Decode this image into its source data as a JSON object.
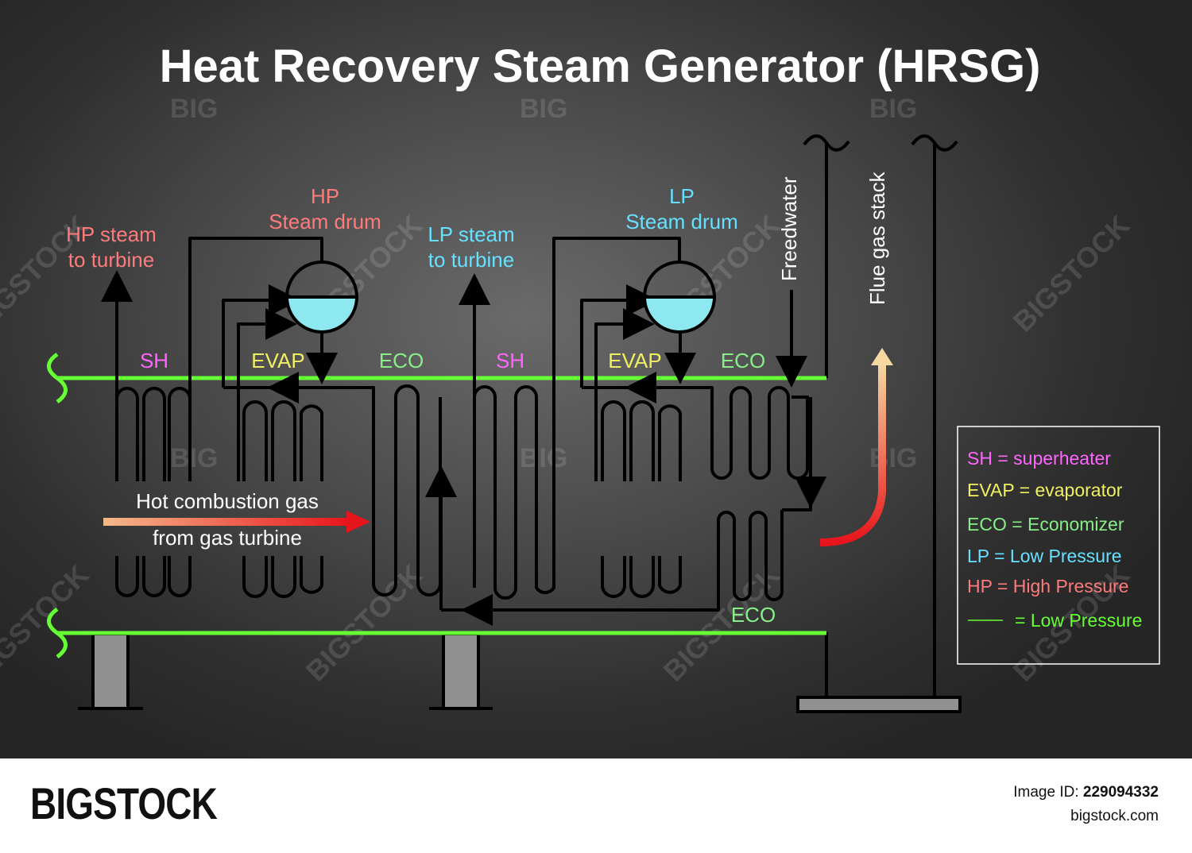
{
  "title": "Heat Recovery Steam Generator (HRSG)",
  "labels": {
    "hp_steam_line1": "HP steam",
    "hp_steam_line2": "to turbine",
    "hp_drum_line1": "HP",
    "hp_drum_line2": "Steam drum",
    "lp_steam_line1": "LP steam",
    "lp_steam_line2": "to turbine",
    "lp_drum_line1": "LP",
    "lp_drum_line2": "Steam drum",
    "feedwater": "Freedwater",
    "flue_gas_stack": "Flue gas stack",
    "hot_gas_line1": "Hot combustion gas",
    "hot_gas_line2": "from gas turbine",
    "sections": [
      "SH",
      "EVAP",
      "ECO",
      "SH",
      "EVAP",
      "ECO"
    ],
    "eco_bottom": "ECO"
  },
  "legend": [
    {
      "text": "SH = superheater",
      "color": "#ff66ff"
    },
    {
      "text": "EVAP = evaporator",
      "color": "#f0f060"
    },
    {
      "text": "ECO = Economizer",
      "color": "#88ee88"
    },
    {
      "text": "LP = Low Pressure",
      "color": "#66e0ff"
    },
    {
      "text": "HP = High Pressure",
      "color": "#ff7b7b"
    },
    {
      "text": "= Low Pressure",
      "color": "#66ff33"
    }
  ],
  "colors": {
    "hp": "#ff7b7b",
    "lp": "#66e0ff",
    "sh": "#ff66ff",
    "evap": "#f0f060",
    "eco": "#88ee88",
    "boundary": "#66ff33",
    "water": "#8ee8f0",
    "pipe": "#000000",
    "support": "#909090"
  },
  "watermark": {
    "big": "BIG",
    "brand": "BIGSTOCK"
  },
  "footer": {
    "logo": "BIGSTOCK",
    "image_id_label": "Image ID:",
    "image_id": "229094332",
    "site": "bigstock.com"
  }
}
